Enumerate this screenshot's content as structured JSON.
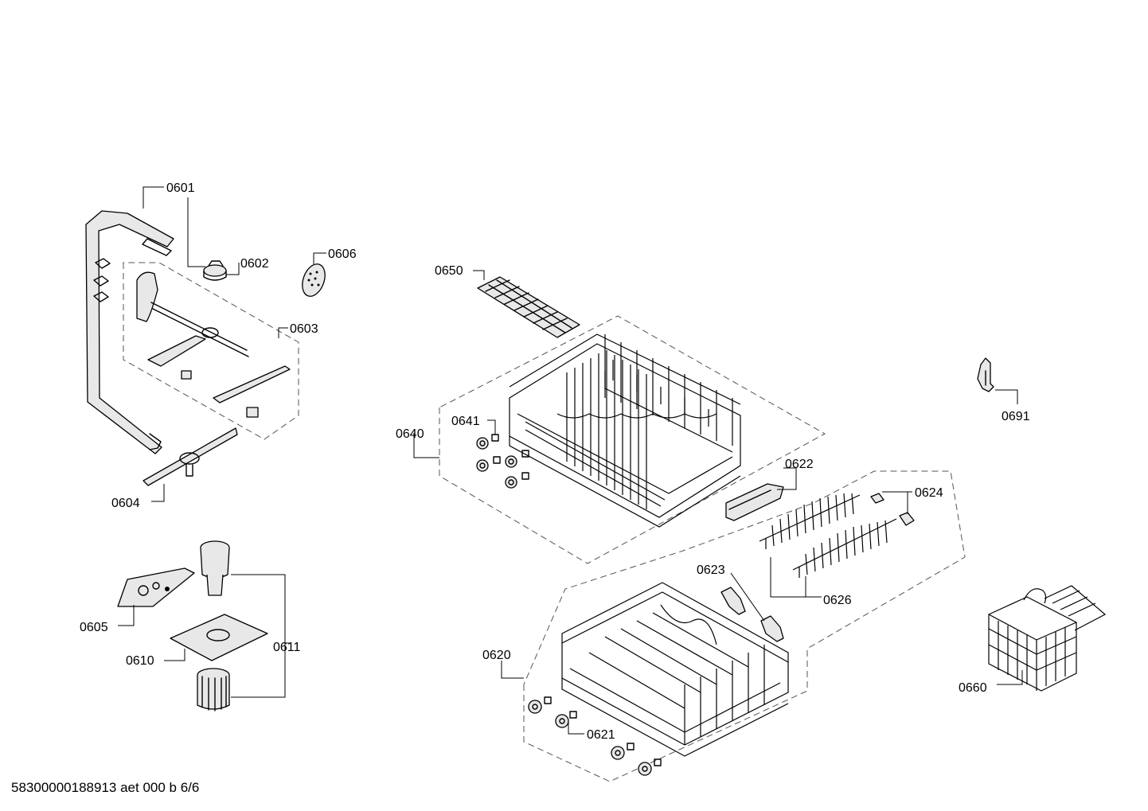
{
  "footer": {
    "code": "58300000188913 aet 000 b 6/6"
  },
  "parts": {
    "p0601": "0601",
    "p0602": "0602",
    "p0603": "0603",
    "p0604": "0604",
    "p0605": "0605",
    "p0606": "0606",
    "p0610": "0610",
    "p0611": "0611",
    "p0620": "0620",
    "p0621": "0621",
    "p0622": "0622",
    "p0623": "0623",
    "p0624": "0624",
    "p0626": "0626",
    "p0640": "0640",
    "p0641": "0641",
    "p0650": "0650",
    "p0660": "0660",
    "p0691": "0691"
  }
}
